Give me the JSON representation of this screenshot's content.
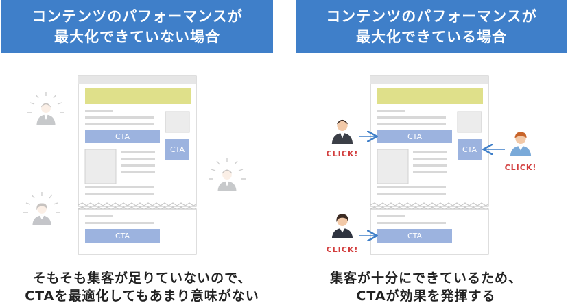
{
  "left": {
    "header_line1": "コンテンツのパフォーマンスが",
    "header_line2": "最大化できていない場合",
    "cta_labels": [
      "CTA",
      "CTA",
      "CTA"
    ],
    "caption_line1": "そもそも集客が足りていないので、",
    "caption_line2": "CTAを最適化してもあまり意味がない"
  },
  "right": {
    "header_line1": "コンテンツのパフォーマンスが",
    "header_line2": "最大化できている場合",
    "cta_labels": [
      "CTA",
      "CTA",
      "CTA"
    ],
    "click_labels": [
      "CLICK!",
      "CLICK!",
      "CLICK!"
    ],
    "caption_line1": "集客が十分にできているため、",
    "caption_line2": "CTAが効果を発揮する"
  },
  "colors": {
    "header_bg": "#3f7fc9",
    "cta_bg": "#9cb3df",
    "title_bar": "#dfe08a",
    "click_red": "#d23c3c",
    "arrow_blue": "#3f7fc9"
  }
}
